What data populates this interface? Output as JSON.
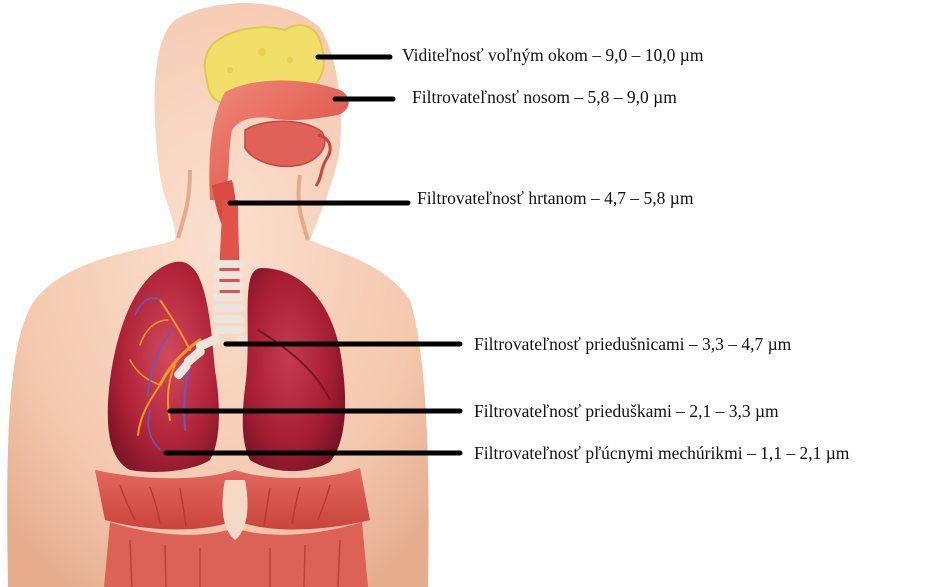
{
  "annotations": [
    {
      "id": "visibility",
      "text": "Viditeľnosť voľným okom – 9,0 – 10,0 µm"
    },
    {
      "id": "nose",
      "text": "Filtrovateľnosť nosom – 5,8 – 9,0 µm"
    },
    {
      "id": "larynx",
      "text": "Filtrovateľnosť hrtanom – 4,7 – 5,8 µm"
    },
    {
      "id": "trachea",
      "text": "Filtrovateľnosť priedušnicami – 3,3 – 4,7 µm"
    },
    {
      "id": "bronchi",
      "text": "Filtrovateľnosť prieduškami – 2,1 – 3,3 µm"
    },
    {
      "id": "alveoli",
      "text": "Filtrovateľnosť pľúcnymi mechúrikmi – 1,1 – 2,1 µm"
    }
  ],
  "colors": {
    "skin": "#f6cfb8",
    "skin_shadow": "#e9b497",
    "lung": "#b8273f",
    "lung_dark": "#8e1a2e",
    "muscle": "#d9574f",
    "sinus": "#f2df6a",
    "cartilage": "#e9e2dc",
    "vessel_orange": "#f39a1e",
    "vessel_blue": "#5a5fc8",
    "leader": "#000000"
  }
}
